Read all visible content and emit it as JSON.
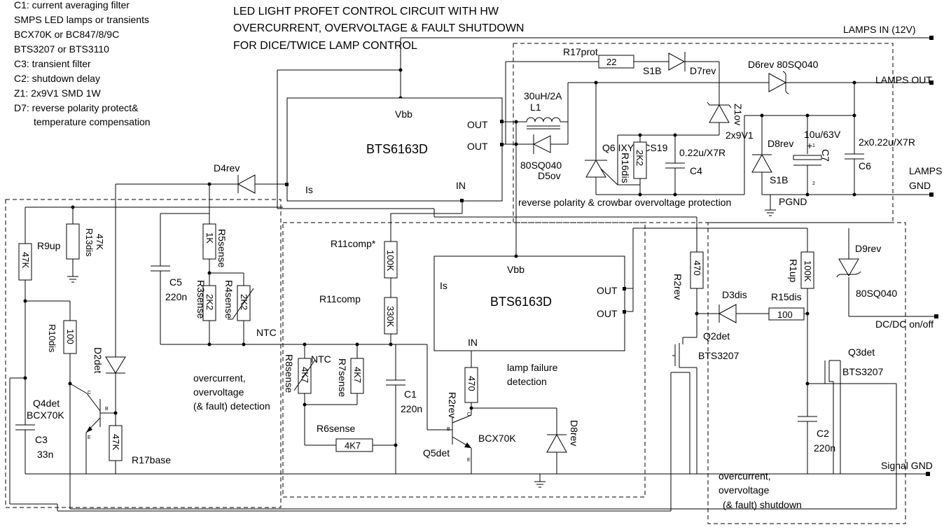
{
  "title_lines": [
    "LED LIGHT PROFET CONTROL CIRCUIT WITH HW",
    "OVERCURRENT, OVERVOLTAGE & FAULT SHUTDOWN",
    "FOR DICE/TWICE LAMP CONTROL"
  ],
  "notes": [
    "C1: current averaging filter",
    "SMPS LED lamps or transients",
    "BCX70K or BC847/8/9C",
    "BTS3207 or BTS3110",
    "C3: transient filter",
    "C2: shutdown delay",
    "Z1: 2x9V1 SMD 1W",
    "D7: reverse polarity protect&",
    "temperature compensation"
  ],
  "nets": {
    "lamps_in": "LAMPS IN (12V)",
    "lamps_out": "LAMPS OUT",
    "lamps_gnd_1": "LAMPS",
    "lamps_gnd_2": "GND",
    "dcdc": "DC/DC on/off",
    "signal_gnd": "Signal GND",
    "pgnd": "PGND"
  },
  "ic_top": {
    "name": "BTS6163D",
    "vbb": "Vbb",
    "out1": "OUT",
    "out2": "OUT",
    "is": "Is",
    "in": "IN"
  },
  "ic_mid": {
    "name": "BTS6163D",
    "vbb": "Vbb",
    "out1": "OUT",
    "out2": "OUT",
    "is": "Is",
    "in": "IN"
  },
  "sections": {
    "reverse": "reverse polarity & crowbar overvoltage protection",
    "detection_1": "overcurrent,",
    "detection_2": "overvoltage",
    "detection_3": "(& fault) detection",
    "lamp_fail_1": "lamp failure",
    "lamp_fail_2": "detection",
    "shutdown_1": "overcurrent,",
    "shutdown_2": "overvoltage",
    "shutdown_3": "(& fault) shutdown"
  },
  "parts": {
    "r17prot": {
      "name": "R17prot",
      "value": "22"
    },
    "s1b_top": "S1B",
    "d7": "D7rev",
    "d6": "D6rev 80SQ040",
    "l1_value": "30uH/2A",
    "l1_name": "L1",
    "d5_value": "80SQ040",
    "d5_name": "D5ov",
    "z1_name": "Z1ov",
    "z1_value": "2x9V1",
    "q6": "Q6 IXYS CS19",
    "r16": {
      "name": "R16dis",
      "value": "2K2"
    },
    "c4": {
      "name": "C4",
      "value": "0.22u/X7R"
    },
    "d8_top": "D8rev",
    "s1b_right": "S1B",
    "c7": {
      "name": "C7",
      "value": "10u/63V",
      "plus": "+",
      "pin1": "1",
      "pin2": "2"
    },
    "c6": {
      "name": "C6",
      "value": "2x0.22u/X7R"
    },
    "d4": "D4rev",
    "r9": {
      "name": "R9up",
      "value": "47K"
    },
    "r13": {
      "name": "R13dis",
      "value": "47K"
    },
    "c5": {
      "name": "C5",
      "value": "220n"
    },
    "r5": {
      "name": "R5sense",
      "value": "1K"
    },
    "r3": {
      "name": "R3sense",
      "value": "2K2"
    },
    "r4": {
      "name": "R4sense",
      "value": "2K2"
    },
    "ntc1": "NTC",
    "r10": {
      "name": "R10dis",
      "value": "100"
    },
    "d2": "D2det",
    "q4": {
      "name": "Q4det",
      "type": "BCX70K",
      "b": "B",
      "c": "C",
      "e": "E"
    },
    "c3": {
      "name": "C3",
      "value": "33n"
    },
    "r17b": {
      "name": "R17base",
      "value": "47K"
    },
    "r11a": {
      "name": "R11comp*",
      "value": "100K"
    },
    "r11b": {
      "name": "R11comp",
      "value": "330K"
    },
    "r8": {
      "name": "R8sense",
      "value": "4K7"
    },
    "ntc2": "NTC",
    "r7": {
      "name": "R7sense",
      "value": "4K7"
    },
    "r6": {
      "name": "R6sense",
      "value": "4K7"
    },
    "c1": {
      "name": "C1",
      "value": "220n"
    },
    "r2rev_mid": {
      "name": "R2rev",
      "value": "470"
    },
    "q5": {
      "name": "Q5det",
      "type": "BCX70K",
      "b": "B",
      "c": "C",
      "e": "E"
    },
    "d8_mid": "D8rev",
    "r2rev_right": {
      "name": "R2rev",
      "value": "470"
    },
    "r1up": {
      "name": "R1up",
      "value": "100K"
    },
    "d9": {
      "name": "D9rev",
      "value": "80SQ040"
    },
    "d3": "D3dis",
    "r15": {
      "name": "R15dis",
      "value": "100"
    },
    "q2": {
      "name": "Q2det",
      "type": "BTS3207"
    },
    "q3": {
      "name": "Q3det",
      "type": "BTS3207"
    },
    "c2": {
      "name": "C2",
      "value": "220n"
    }
  }
}
